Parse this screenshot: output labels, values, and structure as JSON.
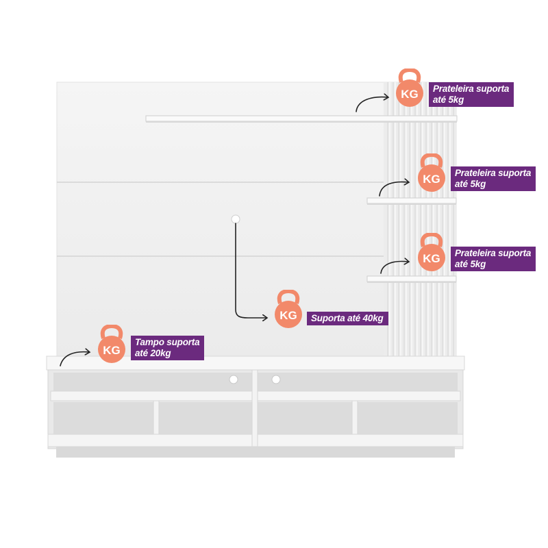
{
  "callouts": [
    {
      "badge": "KG",
      "line1": "Prateleira suporta",
      "line2": "até 5kg"
    },
    {
      "badge": "KG",
      "line1": "Prateleira suporta",
      "line2": "até 5kg"
    },
    {
      "badge": "KG",
      "line1": "Prateleira suporta",
      "line2": "até 5kg"
    },
    {
      "badge": "KG",
      "line1": "Suporta até 40kg",
      "line2": ""
    },
    {
      "badge": "KG",
      "line1": "Tampo suporta",
      "line2": "até 20kg"
    }
  ],
  "colors": {
    "badge": "#f2896a",
    "label_bg": "#6b2a7e",
    "panel": "#f2f2f2",
    "arrow": "#222222"
  }
}
